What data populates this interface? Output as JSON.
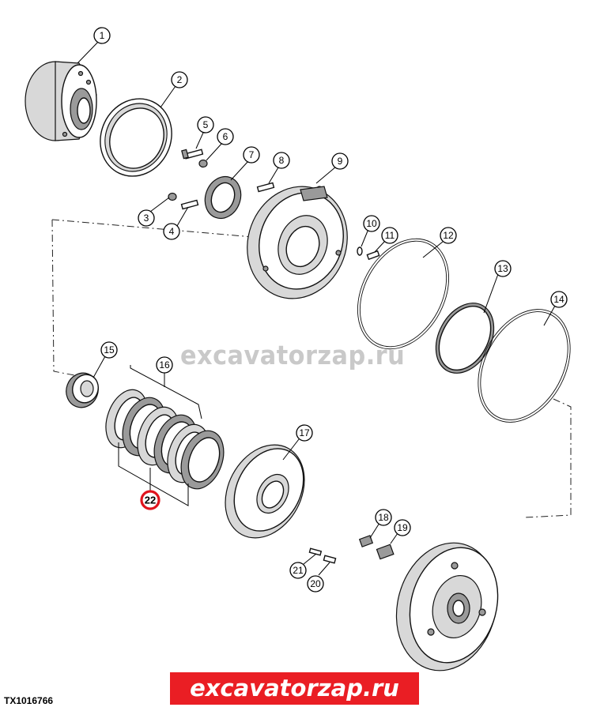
{
  "diagram": {
    "figure_id": "TX1016766",
    "watermark": "excavatorzap.ru",
    "brand_label": "excavatorzap.ru",
    "highlight_color": "#e0141e",
    "brand_color": "#ea1e24",
    "callouts": [
      "1",
      "2",
      "3",
      "4",
      "5",
      "6",
      "7",
      "8",
      "9",
      "10",
      "11",
      "12",
      "13",
      "14",
      "15",
      "16",
      "17",
      "18",
      "19",
      "20",
      "21",
      "22"
    ],
    "highlighted_callout": "22"
  }
}
